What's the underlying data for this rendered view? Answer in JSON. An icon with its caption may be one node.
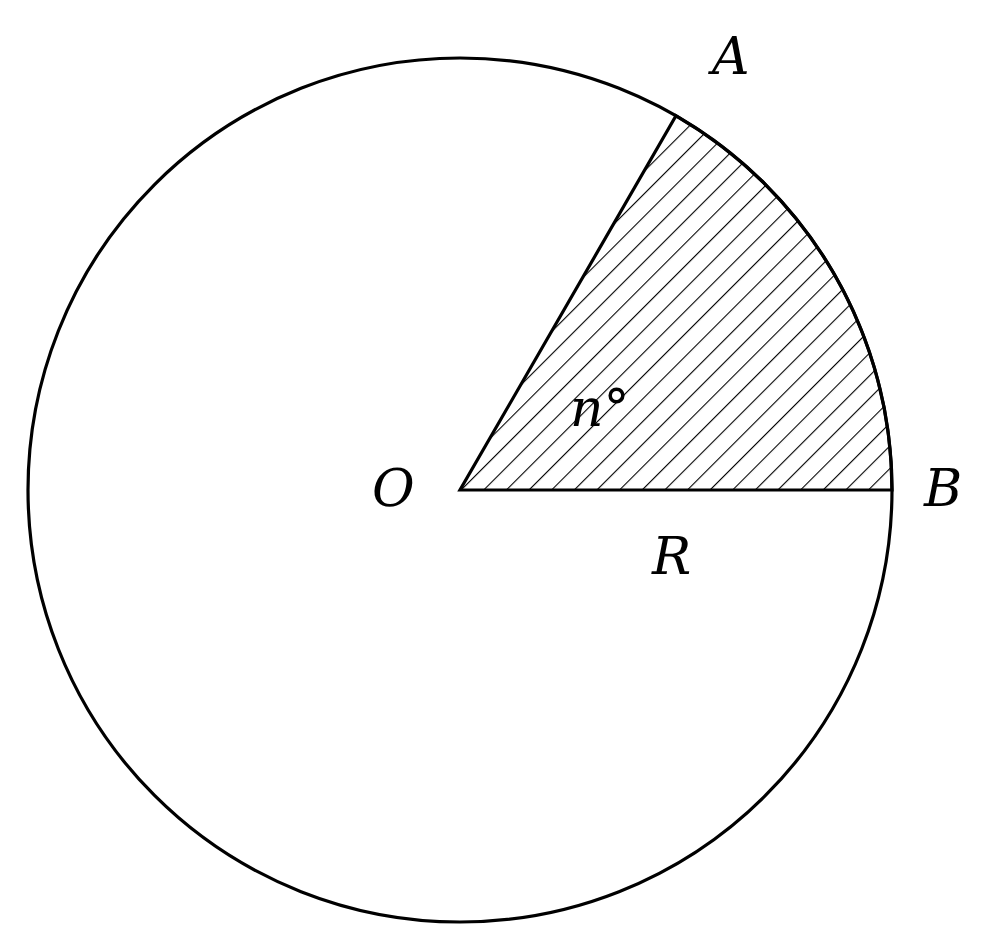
{
  "diagram": {
    "labels": [
      "A",
      "O",
      "n°",
      "B",
      "R"
    ]
  }
}
